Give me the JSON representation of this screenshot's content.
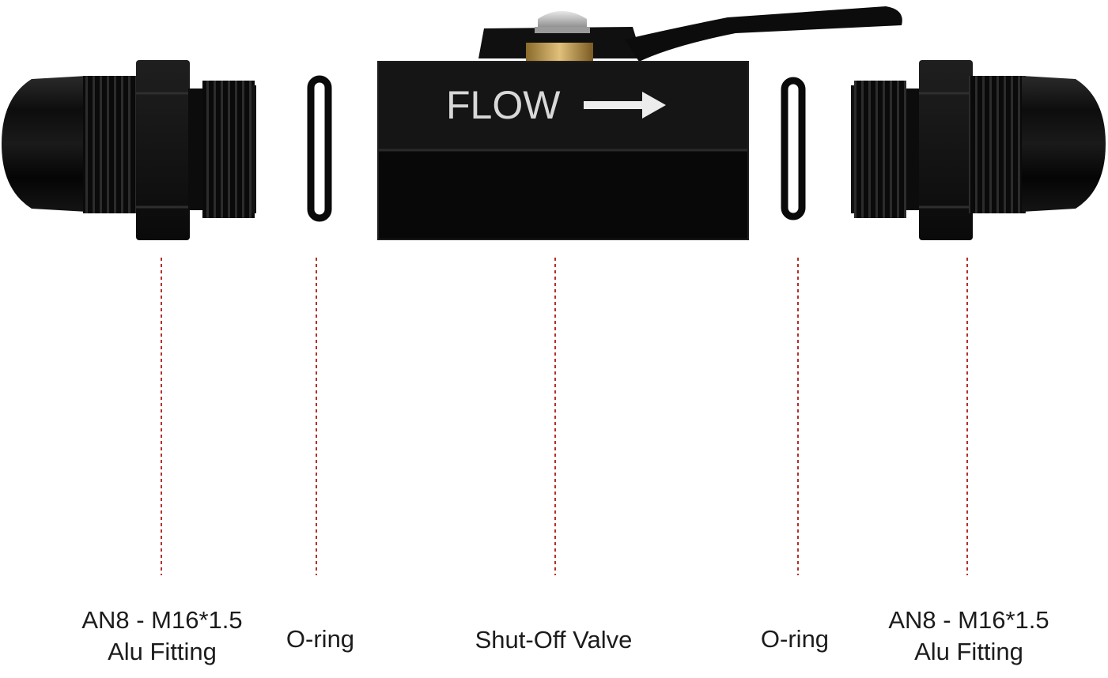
{
  "valve": {
    "flow_text": "FLOW"
  },
  "labels": {
    "fitting_left": [
      "AN8 - M16*1.5",
      "Alu Fitting"
    ],
    "oring_left": "O-ring",
    "valve": "Shut-Off Valve",
    "oring_right": "O-ring",
    "fitting_right": [
      "AN8 - M16*1.5",
      "Alu Fitting"
    ]
  },
  "colors": {
    "part_black": "#0b0b0b",
    "leader_line": "#b5302b",
    "label_text": "#1c1c1c"
  }
}
